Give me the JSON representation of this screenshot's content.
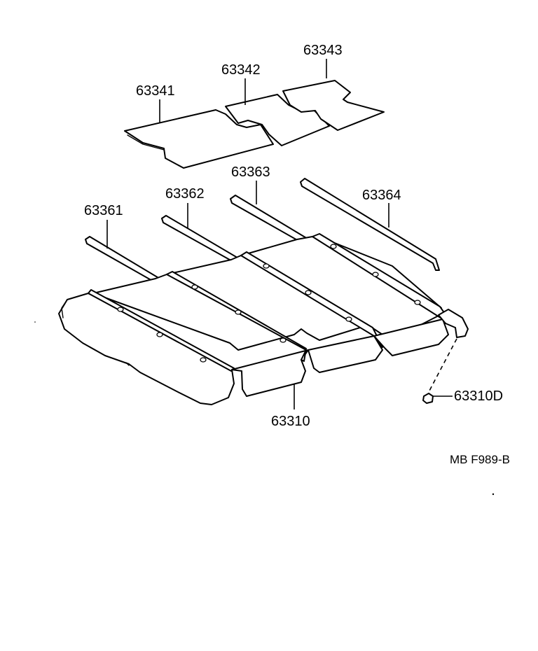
{
  "labels": {
    "p63341": "63341",
    "p63342": "63342",
    "p63343": "63343",
    "p63361": "63361",
    "p63362": "63362",
    "p63363": "63363",
    "p63364": "63364",
    "p63310": "63310",
    "p63310d": "63310D"
  },
  "figure_ref": "MB F989-B"
}
